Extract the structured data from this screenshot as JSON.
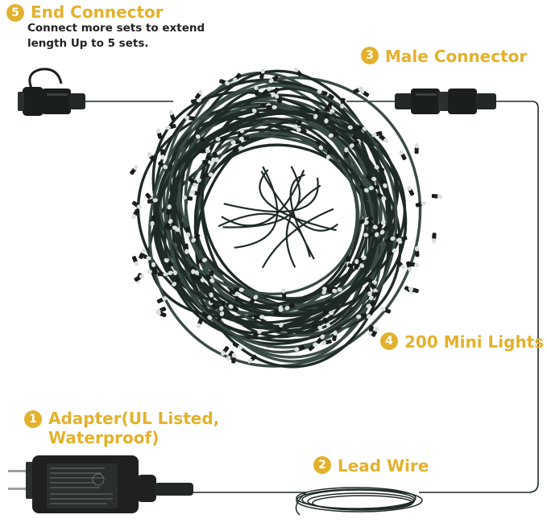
{
  "colors": {
    "accent": "#e3b12c",
    "wire": "#1f2a26",
    "wire_light": "#3a4a44",
    "bulb": "#d8e0de",
    "connector": "#1a1e1d",
    "adapter": "#1e2120",
    "text_dark": "#222222"
  },
  "callouts": {
    "end_connector": {
      "number": "5",
      "title": "End Connector",
      "description": "Connect more sets to extend length Up to 5 sets."
    },
    "male_connector": {
      "number": "3",
      "title": "Male Connector"
    },
    "mini_lights": {
      "number": "4",
      "title": "200 Mini Lights"
    },
    "adapter": {
      "number": "1",
      "title": "Adapter(UL Listed, Waterproof)"
    },
    "lead_wire": {
      "number": "2",
      "title": "Lead Wire"
    }
  }
}
